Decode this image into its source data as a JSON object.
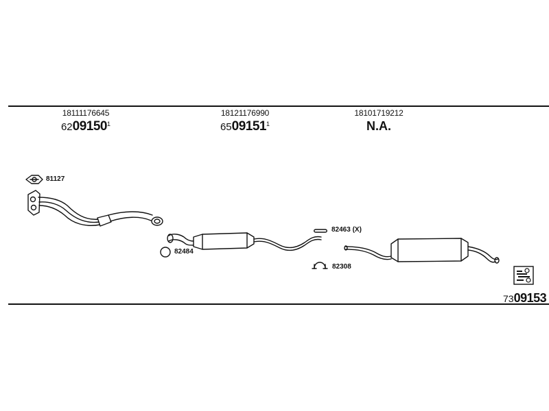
{
  "parts": [
    {
      "oe": "18111176645",
      "prefix": "62",
      "code": "09150",
      "sup": "1"
    },
    {
      "oe": "18121176990",
      "prefix": "65",
      "code": "09151",
      "sup": "1"
    },
    {
      "oe": "18101719212",
      "na": "N.A."
    }
  ],
  "fittings": {
    "gasket": "81127",
    "ring": "82484",
    "hanger": "82463 (X)",
    "clamp": "82308"
  },
  "set": {
    "prefix": "73",
    "code": "09153"
  },
  "icons": {
    "kit": "exhaust-kit-icon"
  }
}
